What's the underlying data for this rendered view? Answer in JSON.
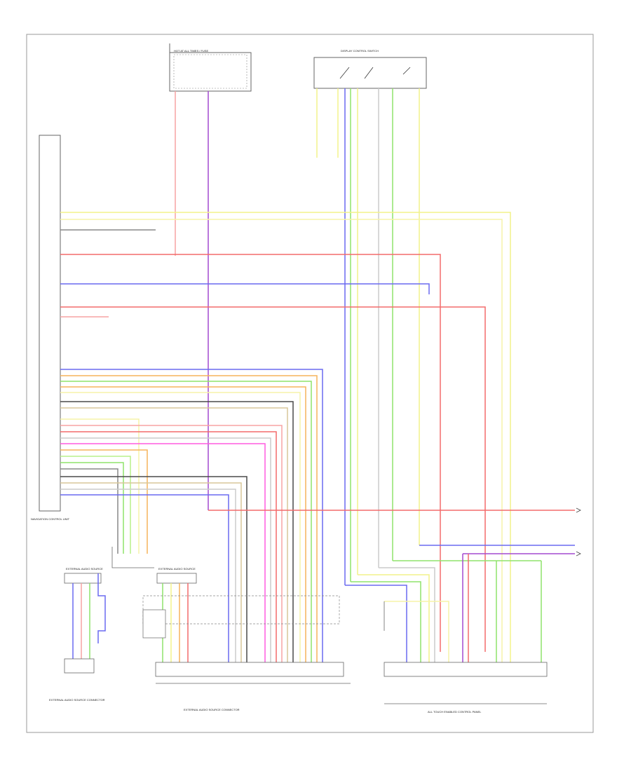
{
  "diagram": {
    "colors": {
      "yellow": "#f2f28a",
      "lightyellow": "#f6f3a8",
      "red": "#f36b6b",
      "pink": "#f7a3a3",
      "blue": "#6a6af0",
      "violet": "#a34ad1",
      "green": "#8fe36b",
      "lightgreen": "#b9f08a",
      "orange": "#f5b35c",
      "gray": "#8c8c8c",
      "darkgray": "#4a4a4a",
      "tan": "#d8c79a",
      "black": "#222222",
      "magenta": "#ff5ce0"
    },
    "labels": {
      "top_fuse": "HOT AT ALL TIMES / FUSE",
      "top_switch": "DISPLAY CONTROL SWITCH",
      "module_left": "NAVIGATION CONTROL UNIT",
      "connector_left": "EXTERNAL AUDIO SOURCE",
      "connector_mid": "EXTERNAL AUDIO SOURCE",
      "module_right": "ALL TOUCH ENABLED CONTROL PANEL",
      "bottom_left_caption": "EXTERNAL AUDIO SOURCE CONNECTOR",
      "bottom_mid_caption": "EXTERNAL AUDIO SOURCE CONNECTOR",
      "bottom_right_caption": "ALL TOUCH ENABLED CONTROL PANEL",
      "footer": ""
    }
  }
}
